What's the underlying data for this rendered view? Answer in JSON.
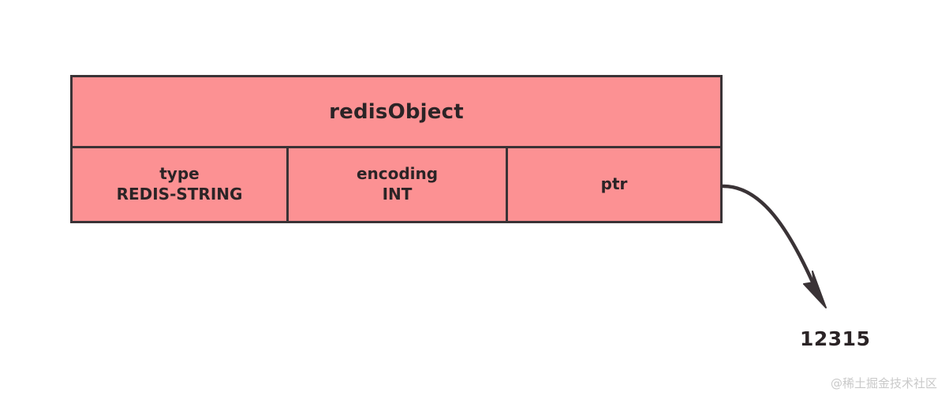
{
  "diagram": {
    "struct": {
      "title": "redisObject",
      "fields": [
        {
          "name": "type",
          "value": "REDIS-STRING"
        },
        {
          "name": "encoding",
          "value": "INT"
        },
        {
          "name": "ptr",
          "value": ""
        }
      ]
    },
    "pointer_target": "12315",
    "arrow": {
      "label": ""
    }
  },
  "watermark": "@稀土掘金技术社区",
  "colors": {
    "fill": "#fc9193",
    "border": "#3a3336",
    "text": "#2b2426",
    "arrow": "#3a3336",
    "watermark": "#c9c9c9",
    "background": "#ffffff"
  }
}
